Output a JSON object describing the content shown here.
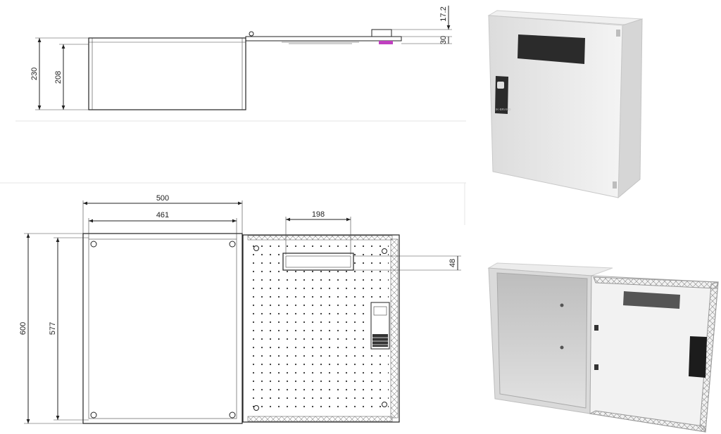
{
  "drawing": {
    "top_view_dims": {
      "depth_total": "230",
      "depth_inner": "208",
      "hinge_depth": "17.2",
      "door_depth": "30"
    },
    "front_view_dims": {
      "width_total": "500",
      "width_inner": "461",
      "height_total": "600",
      "height_inner": "577",
      "window_width": "198",
      "window_height": "48"
    }
  },
  "colors": {
    "accent_marker": "#c040c0",
    "enclosure_body": "#eeeeee",
    "window_dark": "#2b2b2b"
  },
  "photos": {
    "closed": {
      "brand_text": "IK-BRAND"
    }
  }
}
